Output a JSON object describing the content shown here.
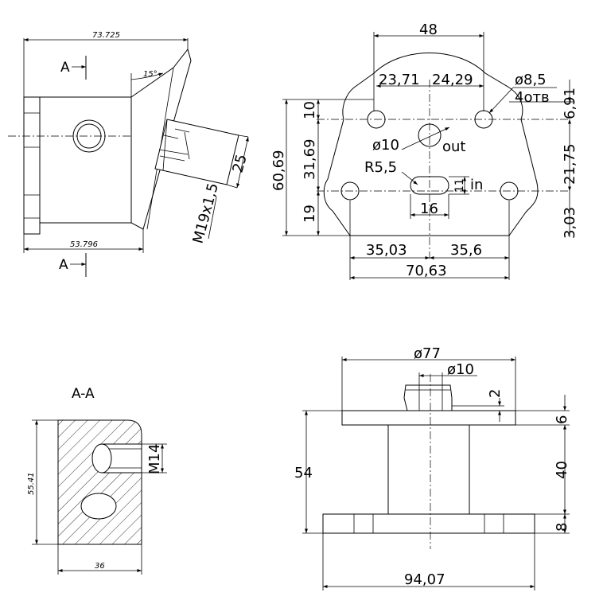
{
  "side_view": {
    "overall_length": "73.725",
    "base_length": "53.796",
    "angle": "15°",
    "port_dim": "25",
    "thread": "M19x1,5",
    "section_mark_top": "A",
    "section_mark_bottom": "A"
  },
  "flange_view": {
    "width_top": "48",
    "spacing_left": "23,71",
    "spacing_right": "24,29",
    "hole_diameter": "ø8,5",
    "hole_count": "4отв",
    "offset_top_right": "6,91",
    "height_total": "60,69",
    "height_top": "10",
    "height_mid": "31,69",
    "height_bottom": "19",
    "out_diameter": "ø10",
    "out_label": "out",
    "slot_radius": "R5,5",
    "slot_height": "11",
    "slot_width": "16",
    "in_label": "in",
    "right_mid": "21,75",
    "right_bottom": "3,03",
    "bottom_left": "35,03",
    "bottom_right": "35,6",
    "bottom_total": "70,63"
  },
  "section_view": {
    "title": "A-A",
    "height": "55.41",
    "width": "36",
    "thread": "M14"
  },
  "front_view": {
    "top_diameter": "ø77",
    "bore_diameter": "ø10",
    "boss_height": "2",
    "flange_thickness": "6",
    "body_height": "40",
    "base_thickness": "8",
    "total_height": "54",
    "base_width": "94,07"
  }
}
